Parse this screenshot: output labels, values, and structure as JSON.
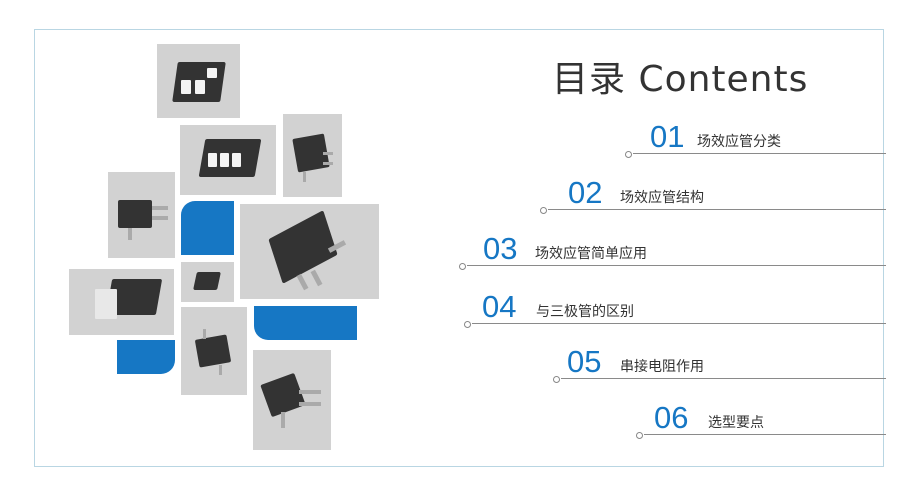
{
  "title": "目录 Contents",
  "toc": [
    {
      "num": "01",
      "label": "场效应管分类"
    },
    {
      "num": "02",
      "label": "场效应管结构"
    },
    {
      "num": "03",
      "label": "场效应管简单应用"
    },
    {
      "num": "04",
      "label": "与三极管的区别"
    },
    {
      "num": "05",
      "label": "串接电阻作用"
    },
    {
      "num": "06",
      "label": "选型要点"
    }
  ],
  "colors": {
    "accent": "#1677c4",
    "frame": "#b9d6e3",
    "tile": "#d2d2d2"
  }
}
